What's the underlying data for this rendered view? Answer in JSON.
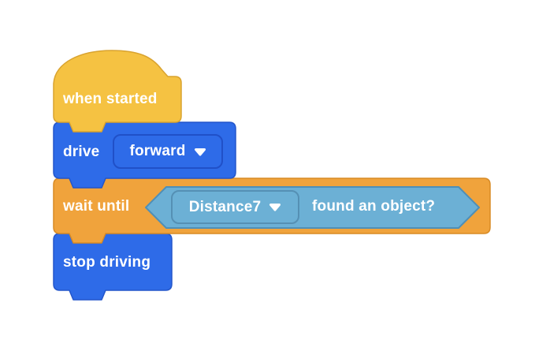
{
  "workspace": {
    "background": "#ffffff"
  },
  "palette": {
    "events_yellow": "#f5c242",
    "events_yellow_border": "#d9a32f",
    "drivetrain_blue": "#2e6be8",
    "drivetrain_blue_border": "#2356cb",
    "control_orange": "#f0a33c",
    "control_orange_border": "#d88b25",
    "sensing_lightblue": "#6cb0d5",
    "sensing_lightblue_border": "#4f8fb7",
    "text_white": "#ffffff"
  },
  "blocks": {
    "when_started": {
      "label": "when started"
    },
    "drive": {
      "label": "drive",
      "direction_dropdown": {
        "value": "forward"
      }
    },
    "wait_until": {
      "label": "wait until",
      "condition": {
        "sensor_dropdown": {
          "value": "Distance7"
        },
        "label": "found an object?"
      }
    },
    "stop_driving": {
      "label": "stop driving"
    }
  }
}
